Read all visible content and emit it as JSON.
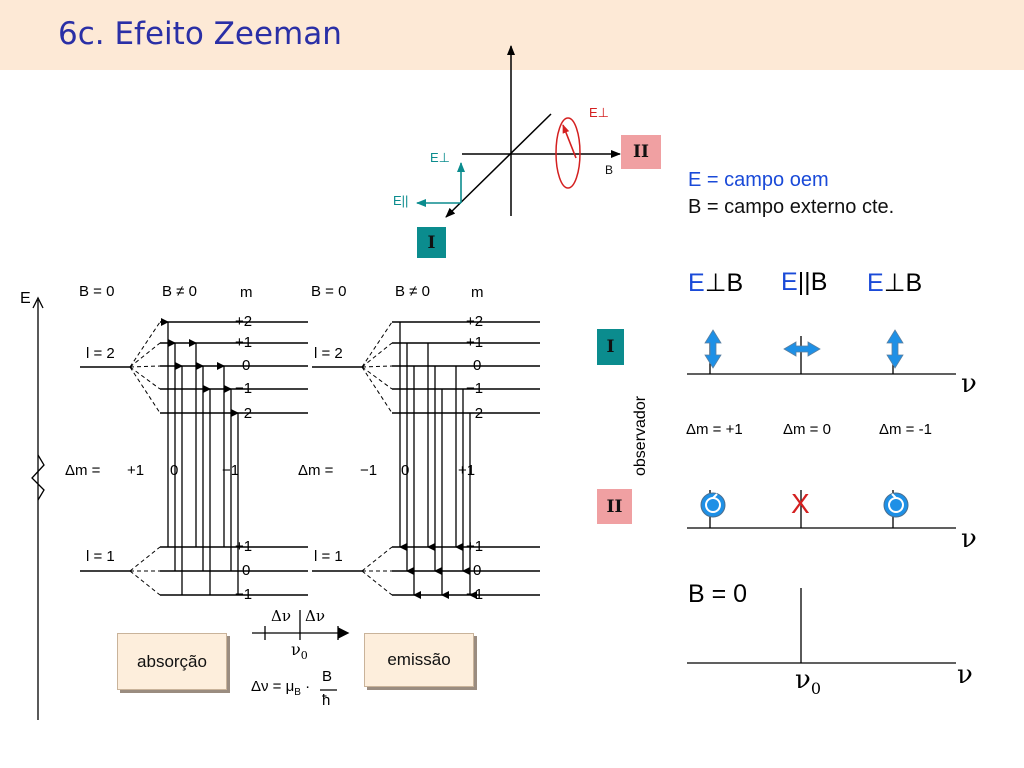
{
  "title": "6c. Efeito Zeeman",
  "geometry": {
    "e_perp_red": "E⊥",
    "e_perp_teal": "E⊥",
    "e_par": "E||",
    "b_axis": "B",
    "box_two": "II",
    "box_one": "I"
  },
  "legend": {
    "e_line": "E = campo oem",
    "b_line": "B = campo externo cte."
  },
  "levels_absorption": {
    "e_axis": "E",
    "b_zero": "B = 0",
    "b_nonzero": "B ≠ 0",
    "m_header": "m",
    "m_upper": [
      "+2",
      "+1",
      "0",
      "−1",
      "−2"
    ],
    "m_lower": [
      "+1",
      "0",
      "−1"
    ],
    "l_upper": "l = 2",
    "l_lower": "l = 1",
    "dm_label": "Δm =",
    "dm_values": [
      "+1",
      "0",
      "−1"
    ]
  },
  "levels_emission": {
    "b_zero": "B = 0",
    "b_nonzero": "B ≠ 0",
    "m_header": "m",
    "m_upper": [
      "+2",
      "+1",
      "0",
      "−1",
      "−2"
    ],
    "m_lower": [
      "+1",
      "0",
      "−1"
    ],
    "l_upper": "l = 2",
    "l_lower": "l = 1",
    "dm_label": "Δm =",
    "dm_values": [
      "−1",
      "0",
      "+1"
    ]
  },
  "center_scale": {
    "dnu_left": "Δν",
    "dnu_right": "Δν",
    "nu0": "ν",
    "nu0_sub": "0",
    "formula_lhs": "Δν = μ",
    "formula_sub": "B",
    "formula_dot": "·",
    "formula_num": "B",
    "formula_den": "ħ"
  },
  "captions": {
    "absorption": "absorção",
    "emission": "emissão"
  },
  "spectra": {
    "headers": [
      {
        "a": "E",
        "op": "⊥",
        "b": "B"
      },
      {
        "a": "E",
        "op": "||",
        "b": "B"
      },
      {
        "a": "E",
        "op": "⊥",
        "b": "B"
      }
    ],
    "observer": "observador",
    "box_one": "I",
    "box_two": "II",
    "nu": "ν",
    "dm_labels": [
      "Δm = +1",
      "Δm = 0",
      "Δm = -1"
    ],
    "cross": "X",
    "b_zero": "B = 0",
    "nu0": "ν",
    "nu0_sub": "0"
  },
  "colors": {
    "title": "#2a2fa6",
    "title_bar": "#fde9d6",
    "teal": "#0b8c8e",
    "pink": "#f0a0a2",
    "red": "#d42020",
    "blue": "#1a4ad8",
    "arrow_blue": "#1e90e6"
  }
}
